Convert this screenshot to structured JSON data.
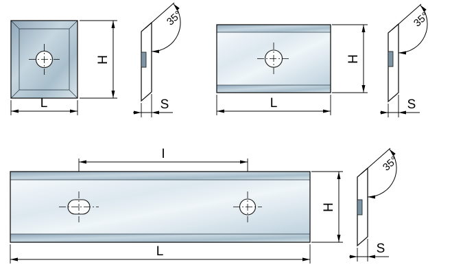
{
  "colors": {
    "background": "#ffffff",
    "outline": "#141414",
    "dimension_lines": "#000000",
    "face_light": "#f4f8fb",
    "face_dark": "#bfd2de",
    "edge_light": "#d8e4ea",
    "edge_dark": "#8fa6b8",
    "hole_fill": "#fbfdfe",
    "side_hole_fill": "#7e95a6"
  },
  "views": {
    "square_insert": {
      "length_label": "L",
      "height_label": "H",
      "thickness_label": "S",
      "bevel_angle_label": "35°"
    },
    "rectangular_insert": {
      "length_label": "L",
      "height_label": "H",
      "thickness_label": "S",
      "bevel_angle_label": "35°"
    },
    "long_insert": {
      "length_label": "L",
      "height_label": "H",
      "thickness_label": "S",
      "hole_spacing_label": "I",
      "bevel_angle_label": "35°"
    }
  }
}
